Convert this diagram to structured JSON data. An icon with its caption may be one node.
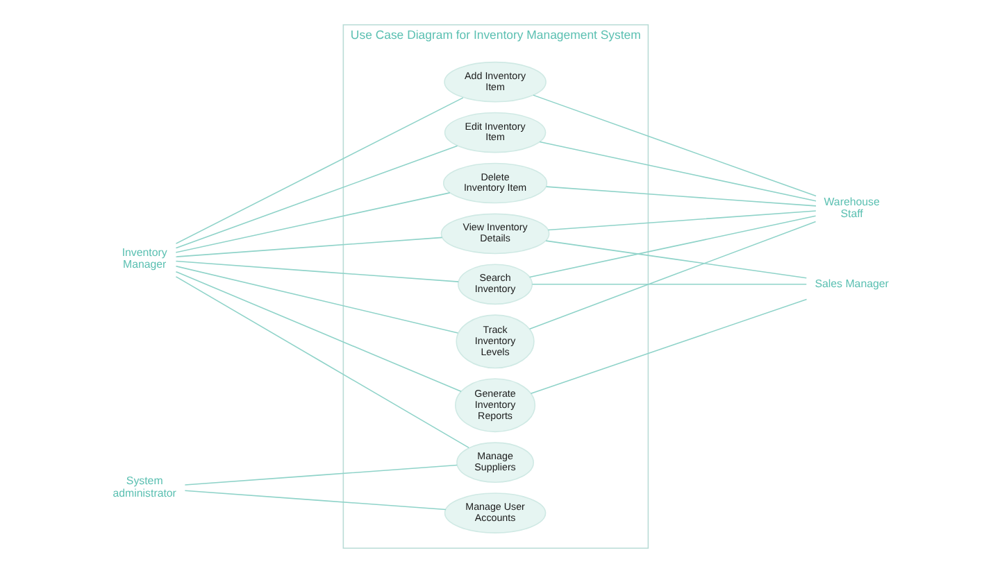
{
  "diagram": {
    "nodes": [
      {
        "text": [
          "Use Case Diagram for Inventory Management System"
        ]
      },
      {
        "text": [
          "Add Inventory Item"
        ],
        "in": 0
      },
      {
        "text": [
          "Edit Inventory Item"
        ],
        "in": 0
      },
      {
        "text": [
          "Delete Inventory Item"
        ],
        "in": 0
      },
      {
        "text": [
          "View Inventory Details"
        ],
        "in": 0
      },
      {
        "text": [
          "Search Inventory"
        ],
        "in": 0
      },
      {
        "text": [
          "Track Inventory Levels"
        ],
        "in": 0
      },
      {
        "text": [
          "Generate Inventory Reports"
        ],
        "in": 0
      },
      {
        "text": [
          "Manage Suppliers"
        ],
        "in": 0
      },
      {
        "text": [
          "Manage User Accounts"
        ],
        "in": 0
      },
      {
        "text": [
          "Inventory Manager"
        ]
      },
      {
        "text": [
          "Warehouse Staff"
        ]
      },
      {
        "text": [
          "System administrator"
        ]
      },
      {
        "text": [
          "Sales Manager"
        ]
      }
    ],
    "edges": [
      {
        "from": 10,
        "to": 1,
        "arrow": "none"
      },
      {
        "from": 10,
        "to": 2,
        "arrow": "none"
      },
      {
        "from": 10,
        "to": 3,
        "arrow": "none"
      },
      {
        "from": 10,
        "to": 4,
        "arrow": "none"
      },
      {
        "from": 10,
        "to": 5,
        "arrow": "none"
      },
      {
        "from": 10,
        "to": 6,
        "arrow": "none"
      },
      {
        "from": 10,
        "to": 7,
        "arrow": "none"
      },
      {
        "from": 10,
        "to": 8,
        "arrow": "none"
      },
      {
        "from": 12,
        "to": 8,
        "arrow": "none"
      },
      {
        "from": 12,
        "to": 9,
        "arrow": "none"
      },
      {
        "from": 1,
        "to": 11,
        "arrow": "none"
      },
      {
        "from": 2,
        "to": 11,
        "arrow": "none"
      },
      {
        "from": 3,
        "to": 11,
        "arrow": "none"
      },
      {
        "from": 4,
        "to": 11,
        "arrow": "none"
      },
      {
        "from": 5,
        "to": 11,
        "arrow": "none"
      },
      {
        "from": 6,
        "to": 11,
        "arrow": "none"
      },
      {
        "from": 4,
        "to": 13,
        "arrow": "none"
      },
      {
        "from": 5,
        "to": 13,
        "arrow": "none"
      },
      {
        "from": 7,
        "to": 13,
        "arrow": "none"
      }
    ]
  }
}
